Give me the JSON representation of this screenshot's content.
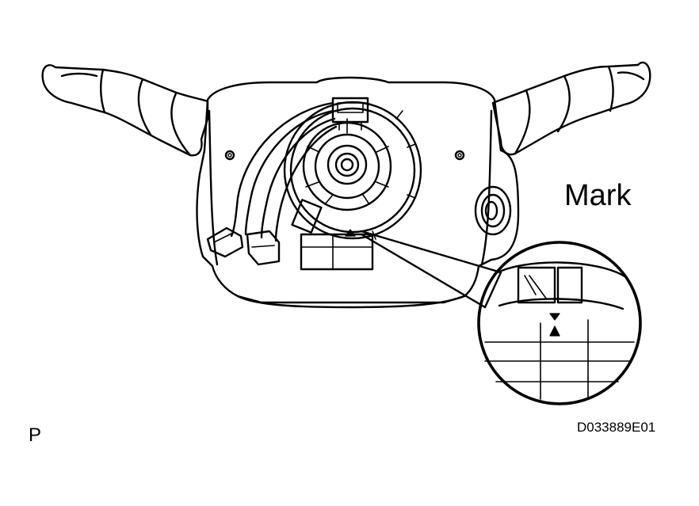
{
  "labels": {
    "mark": "Mark",
    "page_letter": "P",
    "figure_code": "D033889E01"
  },
  "colors": {
    "line": "#000000",
    "background": "#ffffff"
  }
}
